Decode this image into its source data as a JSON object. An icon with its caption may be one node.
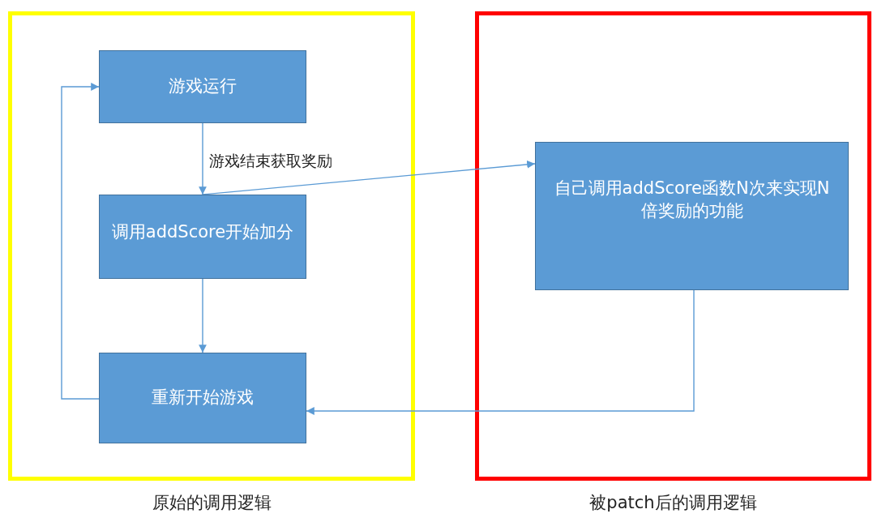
{
  "diagram": {
    "nodes": [
      {
        "text": [
          "原始的调用逻辑"
        ]
      },
      {
        "text": [
          "游戏运行"
        ],
        "in": 0
      },
      {
        "text": [
          "调用addScore开始加分"
        ],
        "in": 0
      },
      {
        "text": [
          "重新开始游戏"
        ],
        "in": 0
      },
      {
        "text": [
          "被patch后的调用逻辑"
        ]
      },
      {
        "text": [
          "自己调用addScore函数N次来实现N倍奖励的功能"
        ],
        "in": 4
      }
    ],
    "edges": [
      {
        "from": 1,
        "to": 2,
        "arrow": "to",
        "label": "游戏结束获取奖励"
      },
      {
        "from": 2,
        "to": 3,
        "arrow": "to"
      },
      {
        "from": 3,
        "to": 1,
        "arrow": "to"
      },
      {
        "from": 2,
        "to": 5,
        "arrow": "to"
      },
      {
        "from": 5,
        "to": 3,
        "arrow": "to"
      }
    ]
  }
}
